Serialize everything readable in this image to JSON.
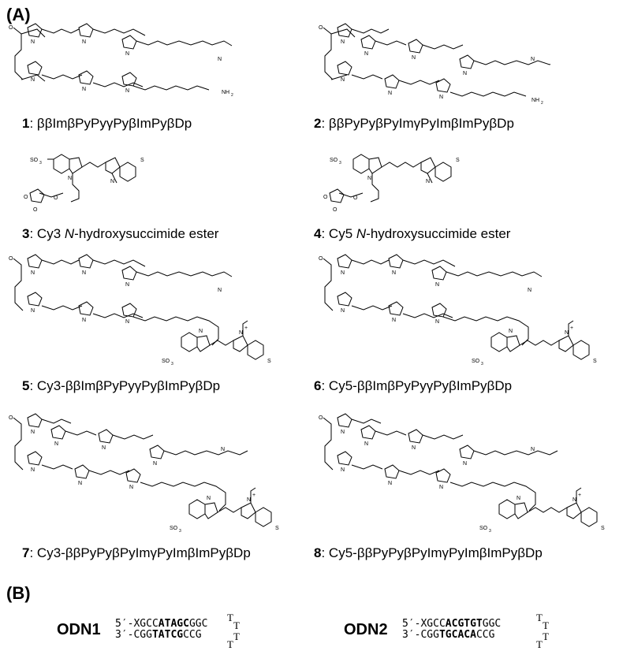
{
  "panelA": "(A)",
  "panelB": "(B)",
  "compounds": [
    {
      "num": "1",
      "name": "ββImβPyPyγPyβImPyβDp"
    },
    {
      "num": "2",
      "name": "ββPyPyβPyImγPyImβImPyβDp"
    },
    {
      "num": "3",
      "name_pre": "Cy3 ",
      "name_ital": "N",
      "name_post": "-hydroxysuccimide ester"
    },
    {
      "num": "4",
      "name_pre": "Cy5 ",
      "name_ital": "N",
      "name_post": "-hydroxysuccimide ester"
    },
    {
      "num": "5",
      "name": "Cy3-ββImβPyPyγPyβImPyβDp"
    },
    {
      "num": "6",
      "name": "Cy5-ββImβPyPyγPyβImPyβDp"
    },
    {
      "num": "7",
      "name": "Cy3-ββPyPyβPyImγPyImβImPyβDp"
    },
    {
      "num": "8",
      "name": "Cy5-ββPyPyβPyImγPyImβImPyβDp"
    }
  ],
  "atom_labels": {
    "nh2": "NH",
    "nh2_sub": "2",
    "so3": "SO",
    "o3s": "O",
    "o3s_sub": "3",
    "so3_sub": "3",
    "s": "S",
    "o": "O",
    "n": "N",
    "plus": "+"
  },
  "odn": [
    {
      "name": "ODN1",
      "top_pre": "5′-XGCC",
      "top_bold": "ATAGC",
      "top_post": "GGC",
      "bot_pre": "3′-CGG",
      "bot_bold": "TATCG",
      "bot_post": "CCG",
      "loop": "T"
    },
    {
      "name": "ODN2",
      "top_pre": "5′-XGCC",
      "top_bold": "ACGTGT",
      "top_post": "GGC",
      "bot_pre": "3′-CGG",
      "bot_bold": "TGCACA",
      "bot_post": "CCG",
      "loop": "T"
    }
  ]
}
